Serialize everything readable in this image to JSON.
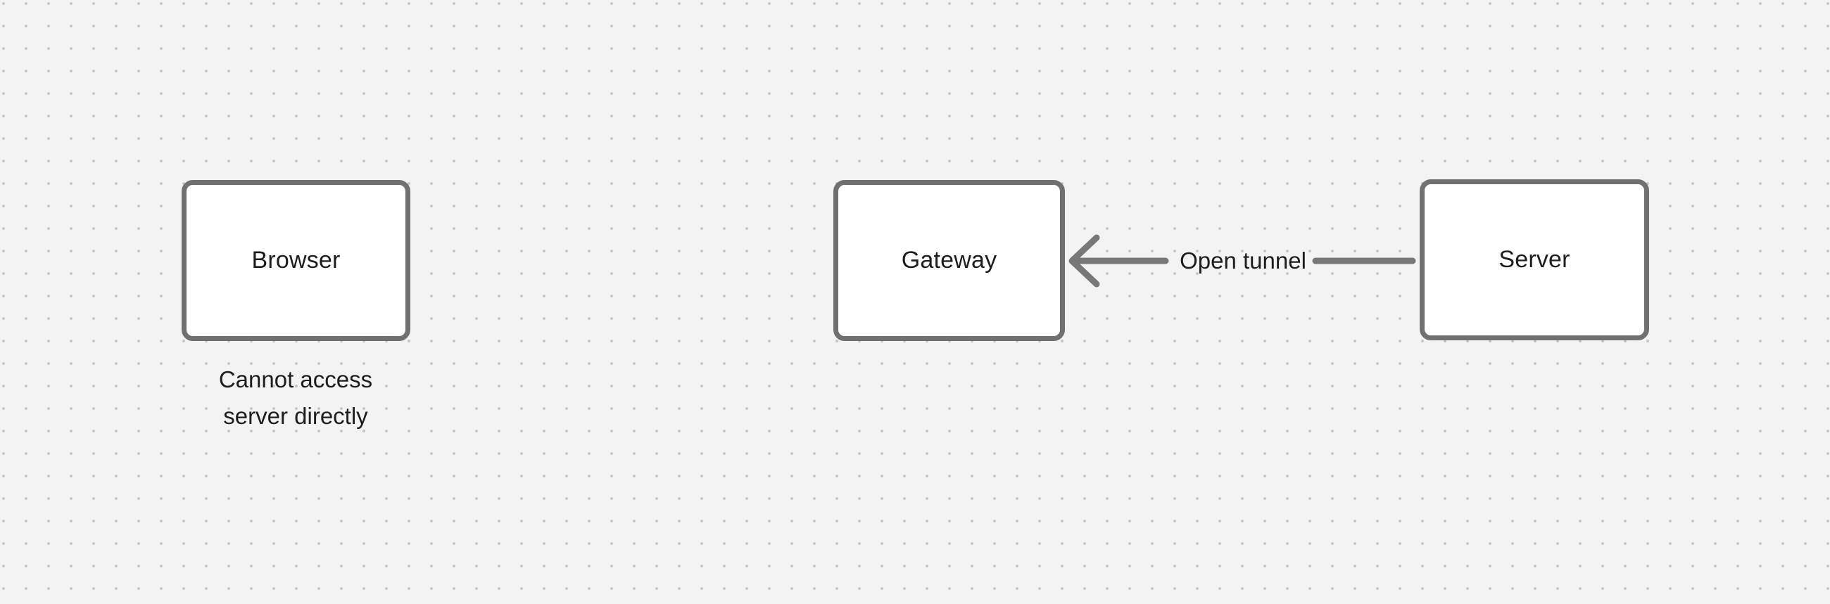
{
  "canvas": {
    "kind": "dotted-grid-whiteboard"
  },
  "diagram": {
    "nodes": [
      {
        "label": "Browser"
      },
      {
        "label": "Gateway"
      },
      {
        "label": "Server"
      }
    ],
    "edge": {
      "label": "Open tunnel",
      "from": "Server",
      "to": "Gateway",
      "arrowhead": "left"
    },
    "caption": {
      "line1": "Cannot access",
      "line2": "server directly"
    }
  },
  "colors": {
    "background": "#f3f3f3",
    "grid_dot": "#c6c6c6",
    "shape_border": "#707070",
    "shape_fill": "#ffffff",
    "arrow": "#787878",
    "text": "#1d1d1f"
  }
}
